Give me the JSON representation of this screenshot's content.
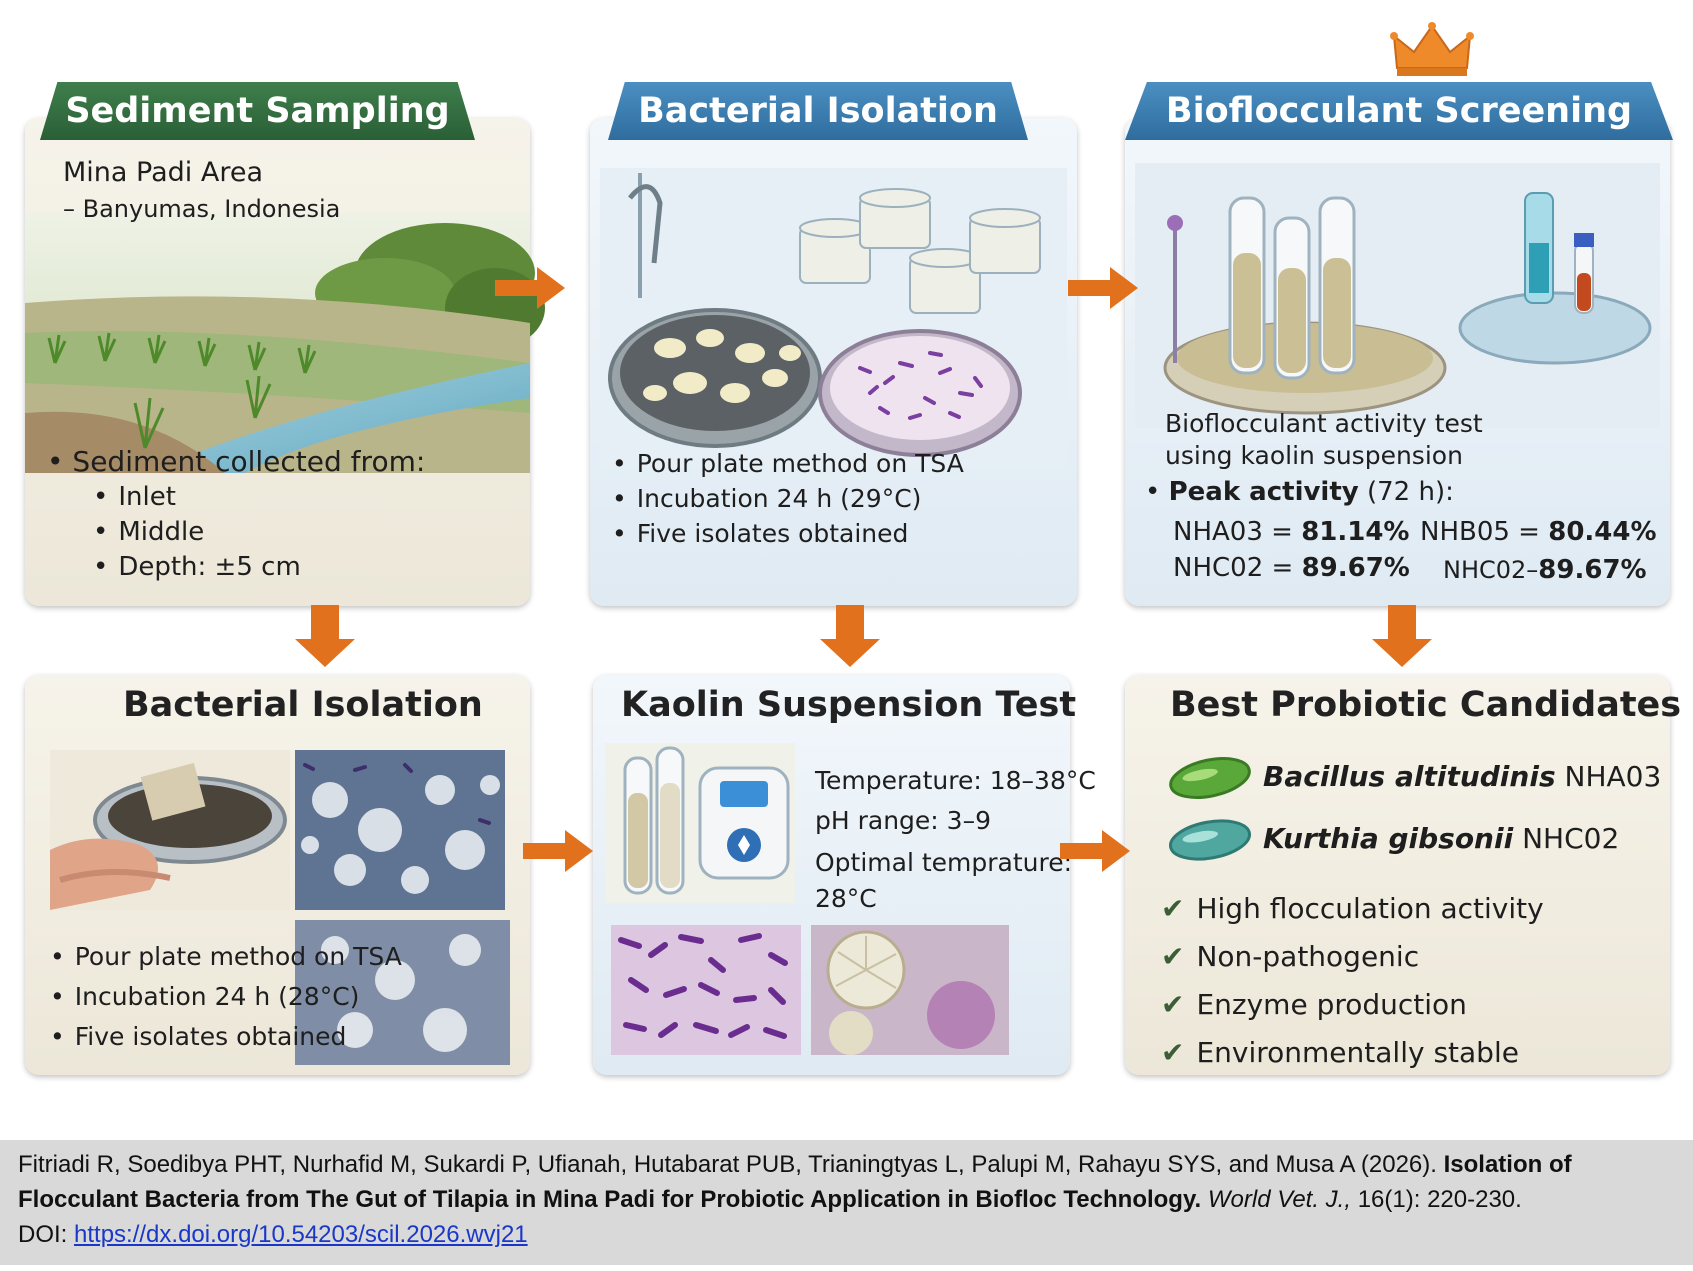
{
  "panel1": {
    "banner": "Sediment Sampling",
    "location_line1": "Mina Padi Area",
    "location_line2": "– Banyumas, Indonesia",
    "bullet_main": "Sediment collected from:",
    "sub_bullets": [
      "Inlet",
      "Middle",
      "Depth:  ±5 cm"
    ]
  },
  "panel2": {
    "banner": "Bacterial Isolation",
    "bullets": [
      "Pour plate method on TSA",
      "Incubation 24 h (29°C)",
      "Five isolates obtained"
    ]
  },
  "panel3": {
    "banner": "Bioflocculant Screening",
    "desc_line1": "Bioflocculant activity test",
    "desc_line2": "using kaolin suspension",
    "peak_label": "Peak activity",
    "peak_time": " (72 h):",
    "results": [
      {
        "label": "NHA03 = ",
        "value": "81.14%"
      },
      {
        "label": "NHB05 = ",
        "value": "80.44%"
      },
      {
        "label": "NHC02 = ",
        "value": "89.67%"
      },
      {
        "label": "NHC02–",
        "value": "89.67%"
      }
    ]
  },
  "panel4": {
    "title": "Bacterial Isolation",
    "bullets": [
      "Pour plate method on TSA",
      "Incubation 24 h (28°C)",
      "Five isolates obtained"
    ]
  },
  "panel5": {
    "title": "Kaolin Suspension Test",
    "params": [
      "Temperature: 18–38°C",
      "pH range: 3–9",
      "Optimal temprature:",
      "28°C"
    ]
  },
  "panel6": {
    "title": "Best Probiotic Candidates",
    "candidates": [
      {
        "species": "Bacillus altitudinis",
        "strain": " NHA03",
        "color": "#5aa83a"
      },
      {
        "species": "Kurthia gibsonii",
        "strain": " NHC02",
        "color": "#4fa7a0"
      }
    ],
    "checks": [
      "High flocculation activity",
      "Non-pathogenic",
      "Enzyme production",
      "Environmentally stable"
    ]
  },
  "colors": {
    "arrow": "#e2711d",
    "green_banner": "#2f6a3b",
    "blue_banner": "#3a7db0",
    "crown": "#ee8a2a"
  },
  "citation": {
    "authors": "Fitriadi R, Soedibya PHT, Nurhafid M, Sukardi P, Ufianah, Hutabarat PUB, Trianingtyas L, Palupi M, Rahayu SYS, and Musa A (2026). ",
    "title": "Isolation of Flocculant Bacteria from The Gut of Tilapia in Mina Padi for Probiotic Application in Biofloc Technology.",
    "journal": "World Vet. J.,",
    "details": " 16(1): 220-230.",
    "doi_label": "DOI: ",
    "doi_link": "https://dx.doi.org/10.54203/scil.2026.wvj21"
  }
}
